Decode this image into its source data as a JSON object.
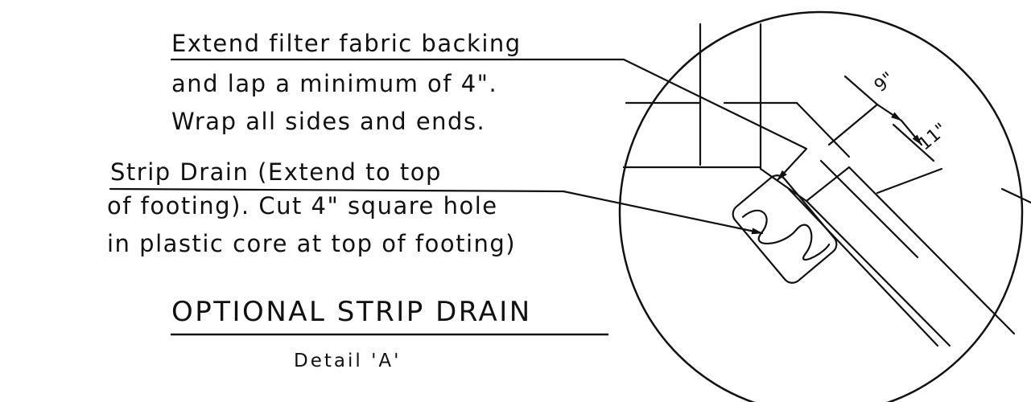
{
  "callouts": {
    "fabric": {
      "line1": "Extend filter fabric backing",
      "line2": "and lap a minimum of 4\".",
      "line3": "Wrap all sides and ends."
    },
    "drain": {
      "line1": "Strip Drain (Extend to top",
      "line2": "of footing). Cut 4\" square hole",
      "line3": "in plastic core at top of footing)"
    }
  },
  "title": "OPTIONAL STRIP DRAIN",
  "subtitle": "Detail 'A'",
  "dimensions": {
    "first": "9\"",
    "second": "11\""
  },
  "colors": {
    "ink": "#111111",
    "paper": "#ffffff"
  }
}
